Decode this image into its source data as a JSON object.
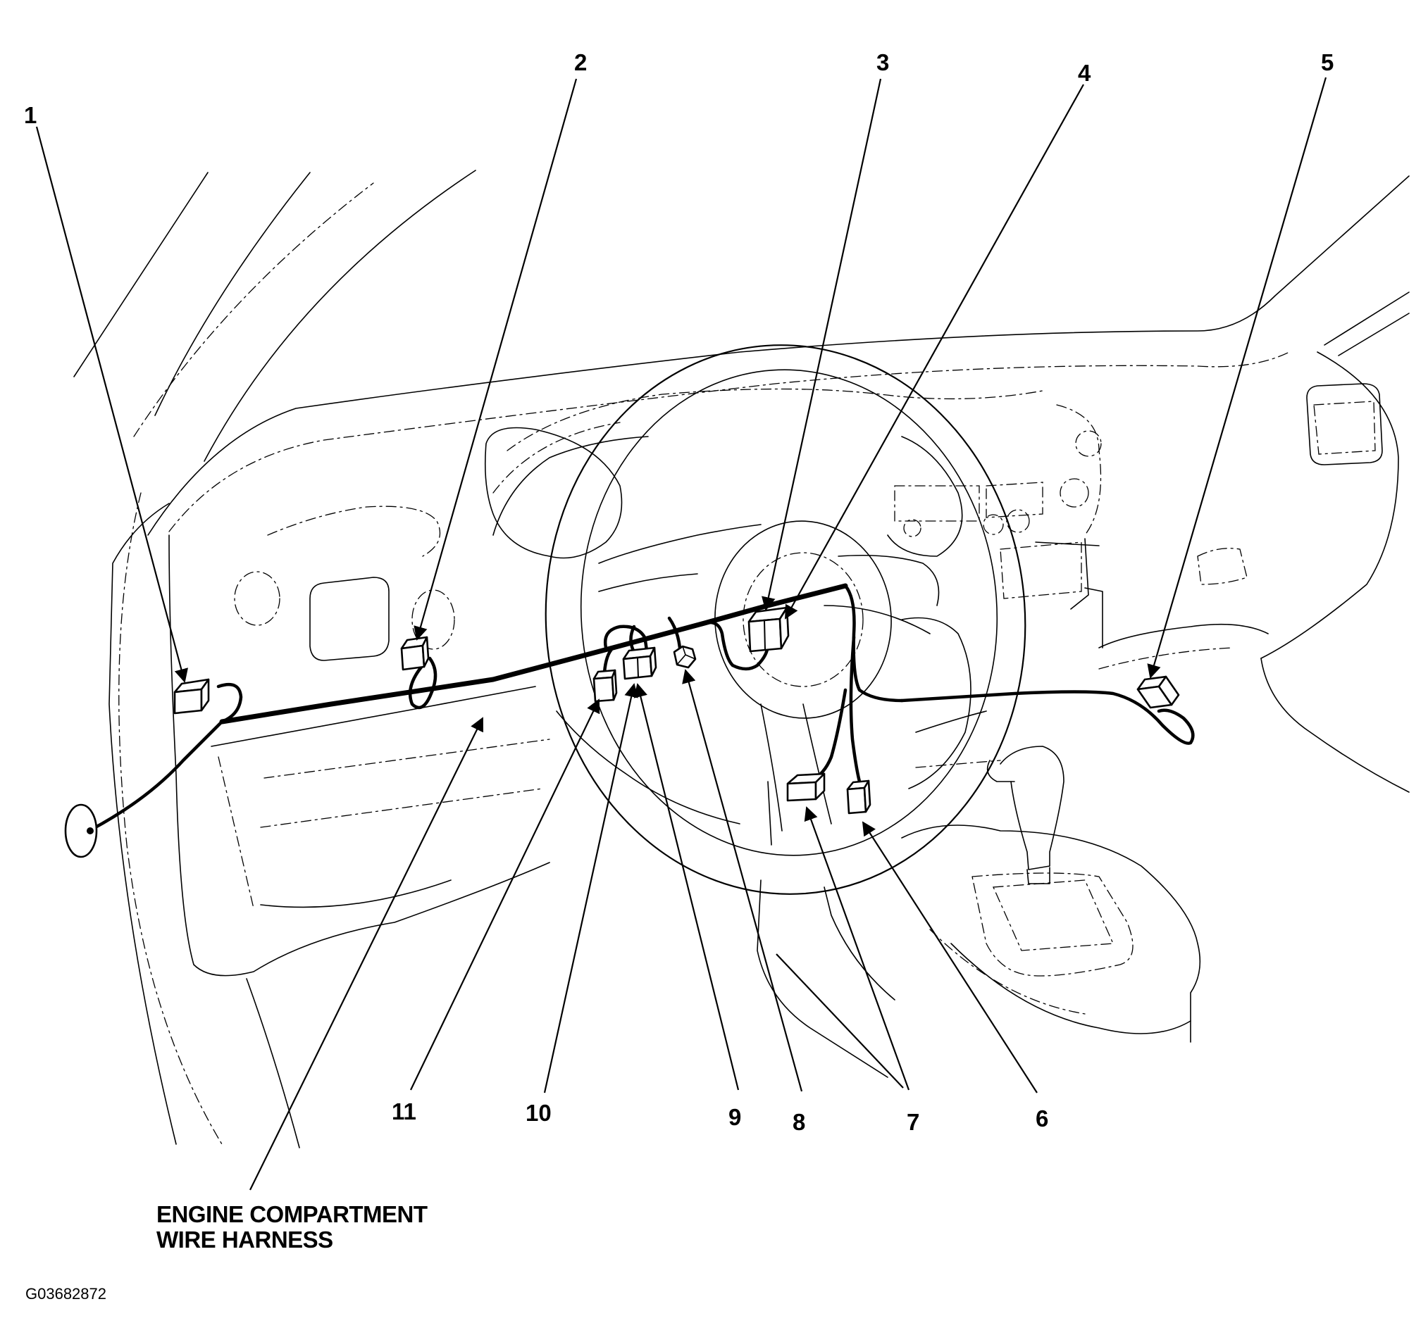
{
  "callouts": [
    "1",
    "2",
    "3",
    "4",
    "5",
    "6",
    "7",
    "8",
    "9",
    "10",
    "11"
  ],
  "harness_label": {
    "line1": "ENGINE COMPARTMENT",
    "line2": "WIRE HARNESS"
  },
  "figure_id": "G03682872"
}
